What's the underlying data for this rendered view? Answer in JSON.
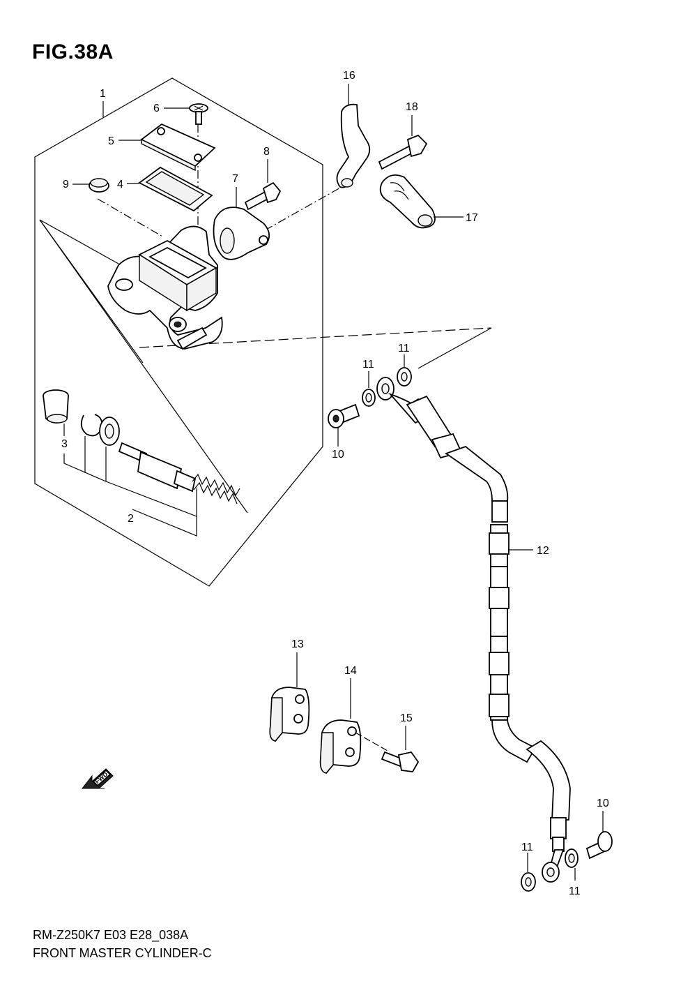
{
  "figure": {
    "title": "FIG.38A",
    "model_code": "RM-Z250K7 E03 E28_038A",
    "caption": "FRONT MASTER CYLINDER-C",
    "fwd_label": "FWD"
  },
  "callouts": [
    "1",
    "2",
    "3",
    "4",
    "5",
    "6",
    "7",
    "8",
    "9",
    "10",
    "10",
    "11",
    "11",
    "11",
    "11",
    "12",
    "13",
    "14",
    "15",
    "16",
    "17",
    "18"
  ]
}
